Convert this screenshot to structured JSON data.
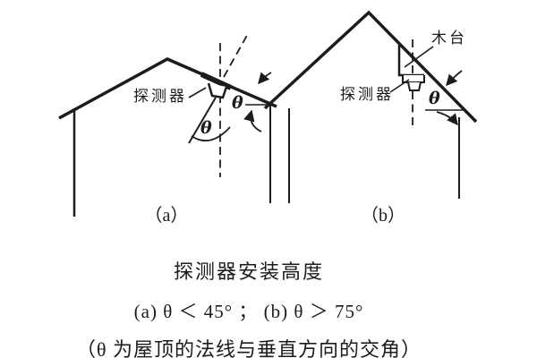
{
  "page": {
    "background": "#ffffff",
    "ink": "#1c1c1c"
  },
  "diagram": {
    "theta": "θ",
    "a": {
      "detector_label": "探测器",
      "panel_label": "（a）"
    },
    "b": {
      "detector_label": "探测器",
      "platform_label": "木台",
      "panel_label": "（b）"
    }
  },
  "caption": {
    "title": "探测器安装高度",
    "angles": "(a) θ ＜ 45° ； (b) θ ＞ 75°",
    "note": "（θ 为屋顶的法线与垂直方向的交角）"
  }
}
